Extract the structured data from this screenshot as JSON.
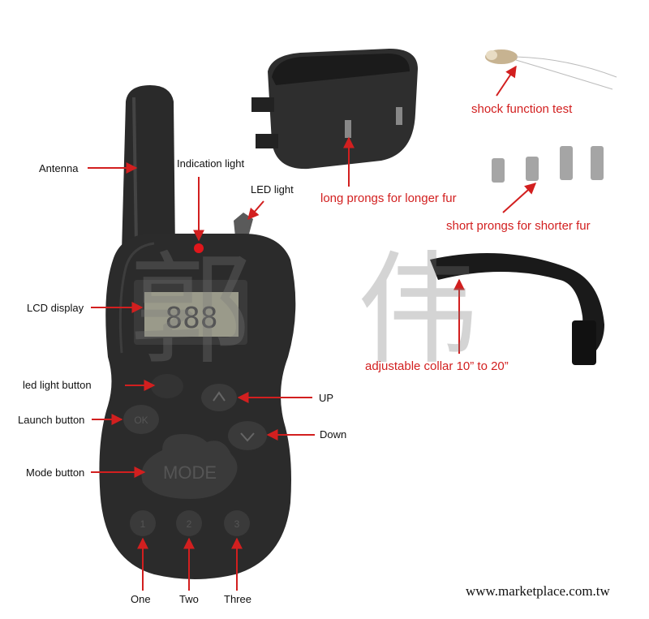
{
  "labels": {
    "antenna": "Antenna",
    "indication_light": "Indication light",
    "led_light": "LED light",
    "lcd_display": "LCD display",
    "led_light_button": "led light button",
    "launch_button": "Launch button",
    "mode_button": "Mode button",
    "up": "UP",
    "down": "Down",
    "one": "One",
    "two": "Two",
    "three": "Three"
  },
  "callouts": {
    "shock_test": "shock function test",
    "long_prongs": "long prongs for longer fur",
    "short_prongs": "short prongs for shorter fur",
    "collar": "adjustable collar 10” to 20”"
  },
  "remote": {
    "lcd_digits": "888",
    "ok_label": "OK",
    "mode_label": "MODE",
    "num_buttons": [
      "1",
      "2",
      "3"
    ]
  },
  "watermark": {
    "char1": "郭",
    "char2": "伟"
  },
  "website": "www.marketplace.com.tw",
  "colors": {
    "callout_red": "#d21f1f",
    "body": "#2b2b2b"
  }
}
